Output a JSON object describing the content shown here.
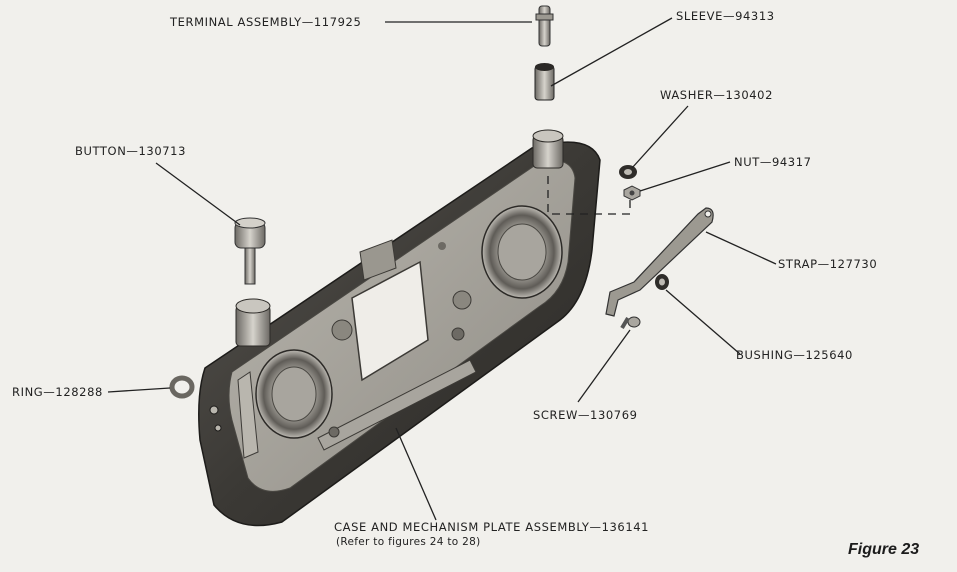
{
  "parts": {
    "terminal_assembly": "TERMINAL ASSEMBLY—117925",
    "sleeve": "SLEEVE—94313",
    "washer": "WASHER—130402",
    "nut": "NUT—94317",
    "button": "BUTTON—130713",
    "strap": "STRAP—127730",
    "bushing": "BUSHING—125640",
    "ring": "RING—128288",
    "screw": "SCREW—130769",
    "case_assembly": "CASE AND MECHANISM PLATE ASSEMBLY—136141",
    "case_note": "(Refer to figures 24 to 28)"
  },
  "figure_caption": "Figure 23"
}
